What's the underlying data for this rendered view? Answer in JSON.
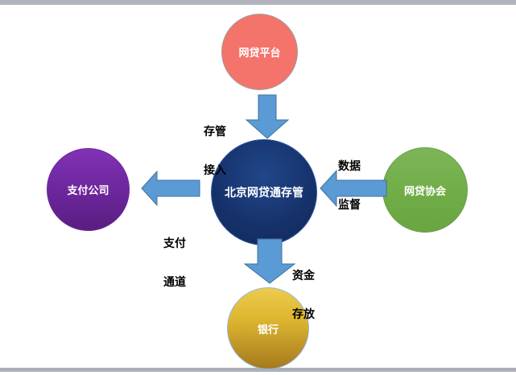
{
  "canvas": {
    "background": "#FFFFFF",
    "top_bar_color": "#B1B4BD",
    "bottom_bar_color": "#ACAFB8"
  },
  "diagram": {
    "type": "hub-and-spoke",
    "hub": {
      "id": "hub",
      "label": "北京网贷通存管",
      "color": "#16316A"
    },
    "nodes": [
      {
        "id": "platform",
        "label": "网贷平台",
        "color": "#F4736B",
        "position": "top"
      },
      {
        "id": "payment",
        "label": "支付公司",
        "color": "#7030A0",
        "position": "left"
      },
      {
        "id": "association",
        "label": "网贷协会",
        "color": "#70AD47",
        "position": "right"
      },
      {
        "id": "bank",
        "label": "银行",
        "color": "#DDB52F",
        "position": "bottom"
      }
    ],
    "arrows": [
      {
        "id": "custody-access",
        "from": "platform",
        "to": "hub",
        "direction": "down",
        "label_lines": [
          "存管",
          "接入"
        ]
      },
      {
        "id": "data-supervision",
        "from": "association",
        "to": "hub",
        "direction": "left",
        "label_lines": [
          "数据",
          "监督"
        ]
      },
      {
        "id": "payment-channel",
        "from": "hub",
        "to": "payment",
        "direction": "left",
        "label_lines": [
          "支付",
          "通道"
        ]
      },
      {
        "id": "fund-deposit",
        "from": "hub",
        "to": "bank",
        "direction": "down",
        "label_lines": [
          "资金",
          "存放"
        ]
      }
    ],
    "arrow_fill": "#5B9BD5",
    "arrow_stroke": "#41719C"
  }
}
